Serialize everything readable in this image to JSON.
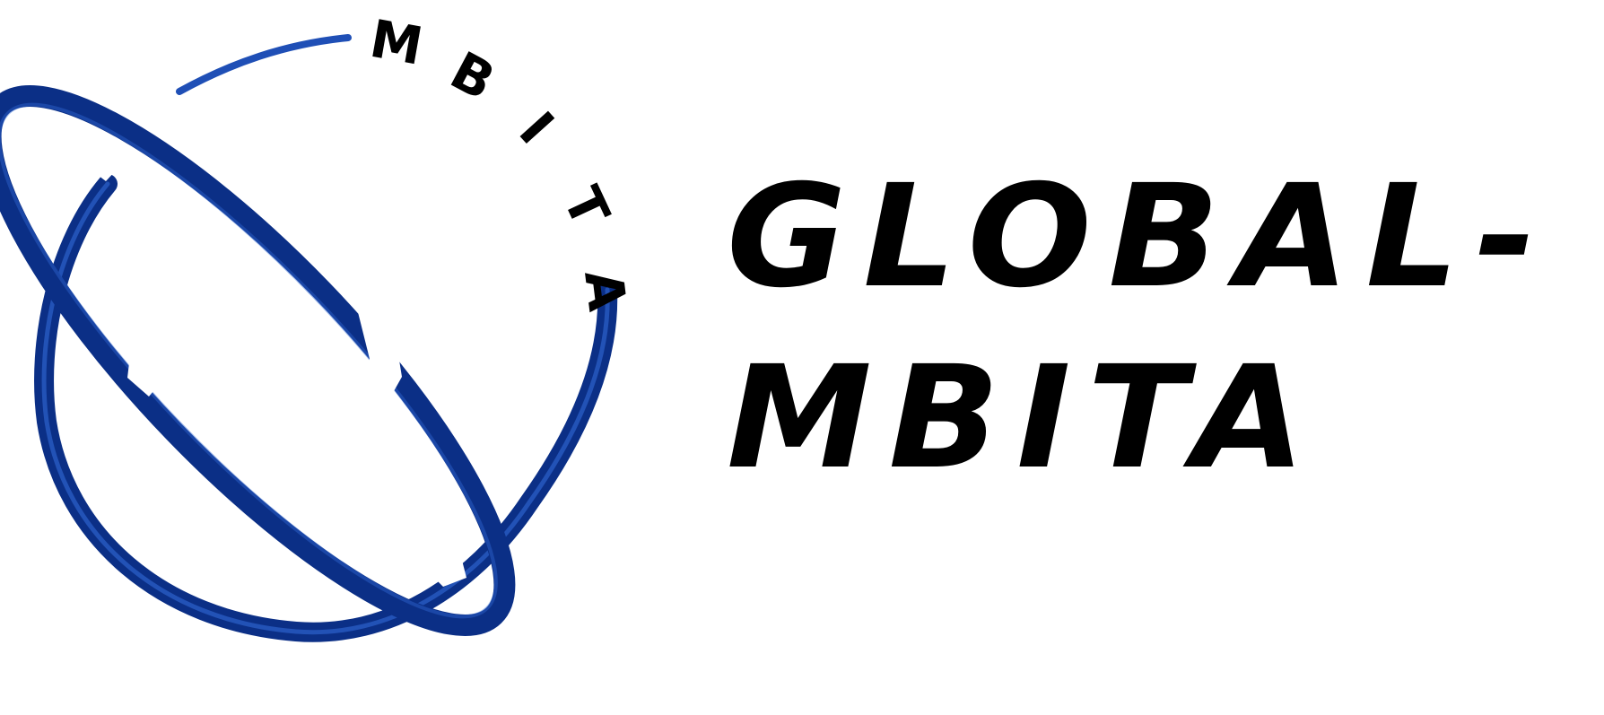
{
  "logo": {
    "name": "MBITA globe logo",
    "arc_letters": [
      "M",
      "B",
      "I",
      "T",
      "A"
    ],
    "colors": {
      "primary_blue": "#0b2f86",
      "accent_blue": "#1f4fb6",
      "text": "#000000",
      "background": "#ffffff"
    }
  },
  "wordmark": {
    "line_1": "GLOBAL-",
    "line_2": "MBITA"
  }
}
